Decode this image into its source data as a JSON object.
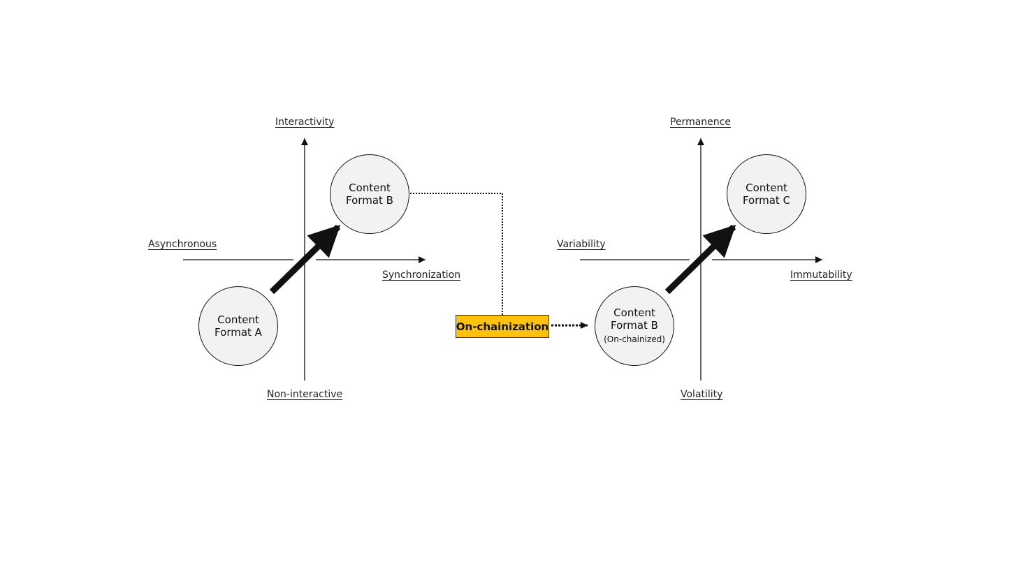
{
  "left_quadrant": {
    "axis_top": "Interactivity",
    "axis_bottom": "Non-interactive",
    "axis_left": "Asynchronous",
    "axis_right": "Synchronization",
    "node_from": {
      "line1": "Content",
      "line2": "Format A"
    },
    "node_to": {
      "line1": "Content",
      "line2": "Format B"
    }
  },
  "right_quadrant": {
    "axis_top": "Permanence",
    "axis_bottom": "Volatility",
    "axis_left": "Variability",
    "axis_right": "Immutability",
    "node_from": {
      "line1": "Content",
      "line2": "Format B",
      "line3": "(On-chainized)"
    },
    "node_to": {
      "line1": "Content",
      "line2": "Format C"
    }
  },
  "process": {
    "label": "On-chainization",
    "color": "#ffc20e"
  },
  "colors": {
    "node_fill": "#f2f2f2",
    "stroke": "#111111"
  }
}
